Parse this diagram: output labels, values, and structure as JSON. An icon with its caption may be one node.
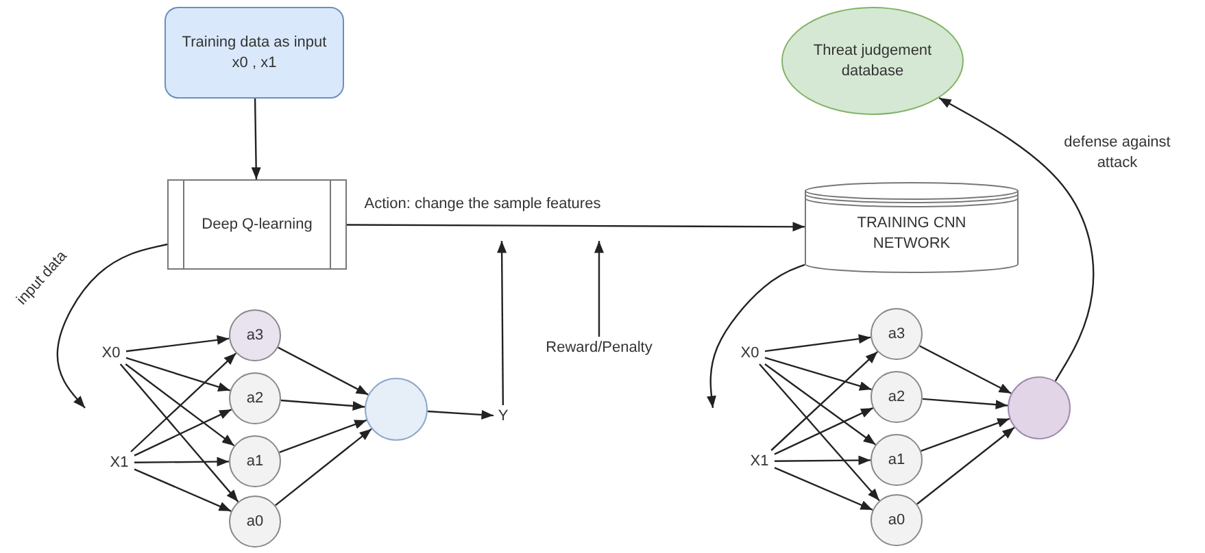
{
  "diagram": {
    "nodes": [
      {
        "text": [
          "Training data as input x0 , x1"
        ]
      },
      {
        "text": [
          "Deep Q-learning"
        ]
      },
      {
        "text": [
          "TRAINING CNN NETWORK"
        ]
      },
      {
        "text": [
          "Threat judgement database"
        ]
      },
      {
        "text": [
          "X0"
        ]
      },
      {
        "text": [
          "X1"
        ]
      },
      {
        "text": [
          "a3"
        ]
      },
      {
        "text": [
          "a2"
        ]
      },
      {
        "text": [
          "a1"
        ]
      },
      {
        "text": [
          "a0"
        ]
      },
      {
        "text": [],
        "shape": "circle"
      },
      {
        "text": [
          "Y"
        ]
      },
      {
        "text": [
          "X0"
        ]
      },
      {
        "text": [
          "X1"
        ]
      },
      {
        "text": [
          "a3"
        ]
      },
      {
        "text": [
          "a2"
        ]
      },
      {
        "text": [
          "a1"
        ]
      },
      {
        "text": [
          "a0"
        ]
      },
      {
        "text": [],
        "shape": "circle"
      },
      {
        "text": [
          "Reward/Penalty"
        ]
      }
    ],
    "edges": [
      {
        "from": 0,
        "to": 1,
        "arrow": "to"
      },
      {
        "from": 1,
        "to": 2,
        "arrow": "to",
        "label": "Action: change the sample features"
      },
      {
        "from": 11,
        "to": null,
        "arrow": "to"
      },
      {
        "from": 19,
        "to": null,
        "arrow": "to"
      },
      {
        "from": 1,
        "to": null,
        "arrow": "to",
        "label": "input data"
      },
      {
        "from": 2,
        "to": null,
        "arrow": "to"
      },
      {
        "from": 18,
        "to": 3,
        "arrow": "to",
        "label": "defense against attack"
      },
      {
        "from": 4,
        "to": 6,
        "arrow": "to"
      },
      {
        "from": 4,
        "to": 7,
        "arrow": "to"
      },
      {
        "from": 4,
        "to": 8,
        "arrow": "to"
      },
      {
        "from": 4,
        "to": 9,
        "arrow": "to"
      },
      {
        "from": 5,
        "to": 6,
        "arrow": "to"
      },
      {
        "from": 5,
        "to": 7,
        "arrow": "to"
      },
      {
        "from": 5,
        "to": 8,
        "arrow": "to"
      },
      {
        "from": 5,
        "to": 9,
        "arrow": "to"
      },
      {
        "from": 6,
        "to": 10,
        "arrow": "to"
      },
      {
        "from": 7,
        "to": 10,
        "arrow": "to"
      },
      {
        "from": 8,
        "to": 10,
        "arrow": "to"
      },
      {
        "from": 9,
        "to": 10,
        "arrow": "to"
      },
      {
        "from": 10,
        "to": 11,
        "arrow": "to"
      },
      {
        "from": 12,
        "to": 14,
        "arrow": "to"
      },
      {
        "from": 12,
        "to": 15,
        "arrow": "to"
      },
      {
        "from": 12,
        "to": 16,
        "arrow": "to"
      },
      {
        "from": 12,
        "to": 17,
        "arrow": "to"
      },
      {
        "from": 13,
        "to": 14,
        "arrow": "to"
      },
      {
        "from": 13,
        "to": 15,
        "arrow": "to"
      },
      {
        "from": 13,
        "to": 16,
        "arrow": "to"
      },
      {
        "from": 13,
        "to": 17,
        "arrow": "to"
      },
      {
        "from": 14,
        "to": 18,
        "arrow": "to"
      },
      {
        "from": 15,
        "to": 18,
        "arrow": "to"
      },
      {
        "from": 16,
        "to": 18,
        "arrow": "to"
      },
      {
        "from": 17,
        "to": 18,
        "arrow": "to"
      }
    ]
  }
}
